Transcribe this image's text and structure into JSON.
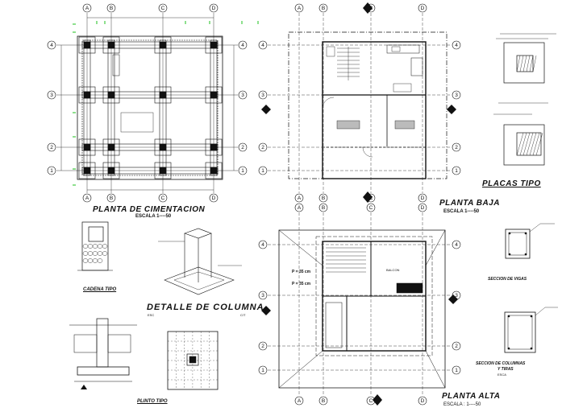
{
  "axes": {
    "cols": [
      "A",
      "B",
      "C",
      "D"
    ],
    "rows": [
      "4",
      "3",
      "2",
      "1"
    ]
  },
  "plans": {
    "cimentacion": {
      "title": "PLANTA DE CIMENTACION",
      "scale": "ESCALA 1----50"
    },
    "baja": {
      "title": "PLANTA BAJA",
      "scale": "ESCALA 1----50"
    },
    "alta": {
      "title": "PLANTA ALTA",
      "scale": "ESCALA : 1----50"
    },
    "placas": {
      "title": "PLACAS TIPO"
    },
    "detalle_columna": {
      "title": "DETALLE DE COLUMNA",
      "sub": "ESC",
      "sub2": "C/T"
    },
    "cadena": {
      "title": "CADENA TIPO"
    },
    "plinto": {
      "title": "PLINTO TIPO"
    },
    "vigas": {
      "title": "SECCION DE VIGAS"
    },
    "columnas": {
      "title": "SECCION DE COLUMNAS",
      "line2": "Y TIRAS",
      "sub": "ESCA"
    }
  },
  "slab_labels": [
    "P = 35 cm",
    "P = 35 cm"
  ],
  "room_label": "BALCON",
  "colors": {
    "line": "#111111",
    "accent": "#1ec21e"
  }
}
